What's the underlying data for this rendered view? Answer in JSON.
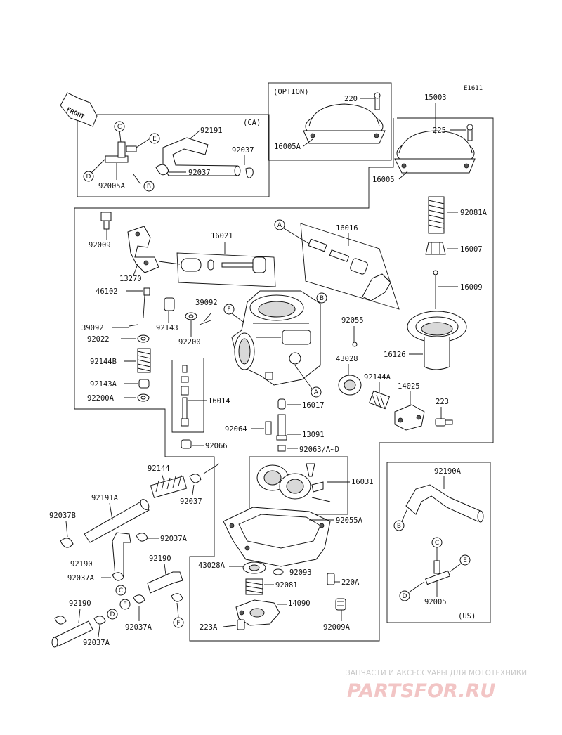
{
  "diagram_id": "E1611",
  "front_label": "FRONT",
  "frames": {
    "option": "(OPTION)",
    "ca": "(CA)",
    "us": "(US)"
  },
  "parts": {
    "p220": "220",
    "p16005A": "16005A",
    "p15003": "15003",
    "p225": "225",
    "p16005": "16005",
    "p92081A": "92081A",
    "p16007": "16007",
    "p16009": "16009",
    "p16126": "16126",
    "p92191": "92191",
    "p92037_ca1": "92037",
    "p92037_ca2": "92037",
    "p92005A": "92005A",
    "p92009": "92009",
    "p16021": "16021",
    "p16016": "16016",
    "p13270": "13270",
    "p46102": "46102",
    "p39092a": "39092",
    "p92143": "92143",
    "p39092b": "39092",
    "p92200": "92200",
    "p92022": "92022",
    "p92055": "92055",
    "p43028": "43028",
    "p92144A": "92144A",
    "p14025": "14025",
    "p223": "223",
    "p92144B": "92144B",
    "p92143A": "92143A",
    "p92200A": "92200A",
    "p16014": "16014",
    "p16017": "16017",
    "p92064": "92064",
    "p13091": "13091",
    "p92066": "92066",
    "p92063": "92063/A~D",
    "p16031": "16031",
    "p92144": "92144",
    "p92037_mid": "92037",
    "p92191A": "92191A",
    "p92037B": "92037B",
    "p92055A": "92055A",
    "p92037A_1": "92037A",
    "p92190_1": "92190",
    "p92190_2": "92190",
    "p92037A_2": "92037A",
    "p43028A": "43028A",
    "p92093": "92093",
    "p92081": "92081",
    "p220A": "220A",
    "p14090": "14090",
    "p92190_3": "92190",
    "p92037A_3": "92037A",
    "p92037A_4": "92037A",
    "p223A": "223A",
    "p92009A": "92009A",
    "p92190A": "92190A",
    "p92005": "92005"
  },
  "callouts": {
    "c_ca": "C",
    "e_ca": "E",
    "d_ca": "D",
    "b_ca": "B",
    "a_top": "A",
    "b_body": "B",
    "f_body": "F",
    "a_body": "A",
    "b_us": "B",
    "c_us": "C",
    "e_us": "E",
    "d_us": "D",
    "c_low": "C",
    "e_low": "E",
    "d_low": "D",
    "f_low": "F"
  },
  "watermark": {
    "line1": "ЗАПЧАСТИ И АКСЕССУАРЫ ДЛЯ МОТОТЕХНИКИ",
    "line2": "PARTSFOR.RU"
  }
}
